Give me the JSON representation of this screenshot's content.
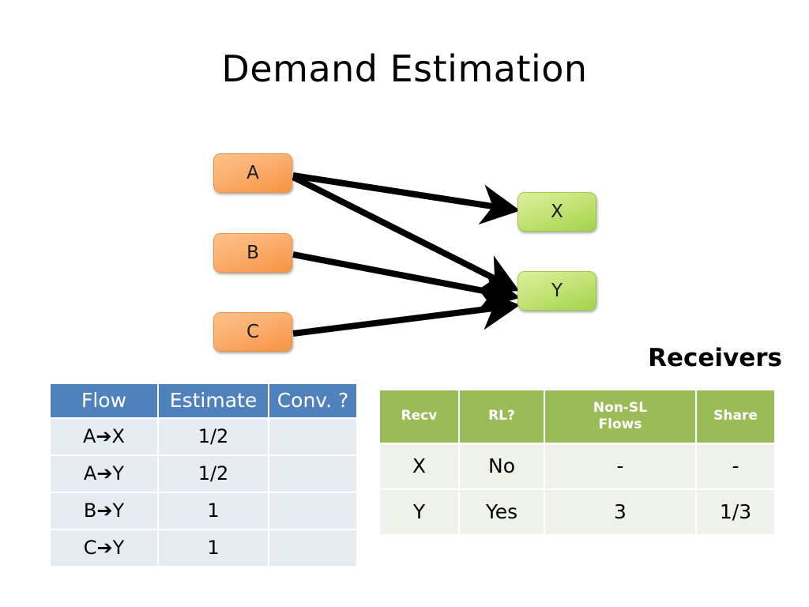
{
  "slide": {
    "title": "Demand Estimation",
    "background": "#ffffff"
  },
  "diagram": {
    "receivers_caption": "Receivers",
    "senders": [
      {
        "id": "A",
        "label": "A"
      },
      {
        "id": "B",
        "label": "B"
      },
      {
        "id": "C",
        "label": "C"
      }
    ],
    "receivers": [
      {
        "id": "X",
        "label": "X"
      },
      {
        "id": "Y",
        "label": "Y"
      }
    ],
    "edges": [
      {
        "from": "A",
        "to": "X"
      },
      {
        "from": "A",
        "to": "Y"
      },
      {
        "from": "B",
        "to": "Y"
      },
      {
        "from": "C",
        "to": "Y"
      }
    ],
    "colors": {
      "sender_fill": "#f9a659",
      "receiver_fill": "#bcdf6e",
      "arrow": "#000000"
    }
  },
  "flow_table": {
    "header_color": "#4f81bd",
    "row_color": "#e7ebf2",
    "headers": [
      "Flow",
      "Estimate",
      "Conv. ?"
    ],
    "rows": [
      {
        "flow": "A➔X",
        "estimate": "1/2",
        "conv": ""
      },
      {
        "flow": "A➔Y",
        "estimate": "1/2",
        "conv": ""
      },
      {
        "flow": "B➔Y",
        "estimate": "1",
        "conv": ""
      },
      {
        "flow": "C➔Y",
        "estimate": "1",
        "conv": ""
      }
    ]
  },
  "receivers_table": {
    "header_color": "#9bbb59",
    "row_color": "#eff2eb",
    "headers": [
      "Recv",
      "RL?",
      "Non-SL",
      "Flows",
      "Share"
    ],
    "header_nonsl_line1": "Non-SL",
    "header_nonsl_line2": "Flows",
    "rows": [
      {
        "recv": "X",
        "rl": "No",
        "non_sl_flows": "-",
        "share": "-"
      },
      {
        "recv": "Y",
        "rl": "Yes",
        "non_sl_flows": "3",
        "share": "1/3"
      }
    ]
  }
}
